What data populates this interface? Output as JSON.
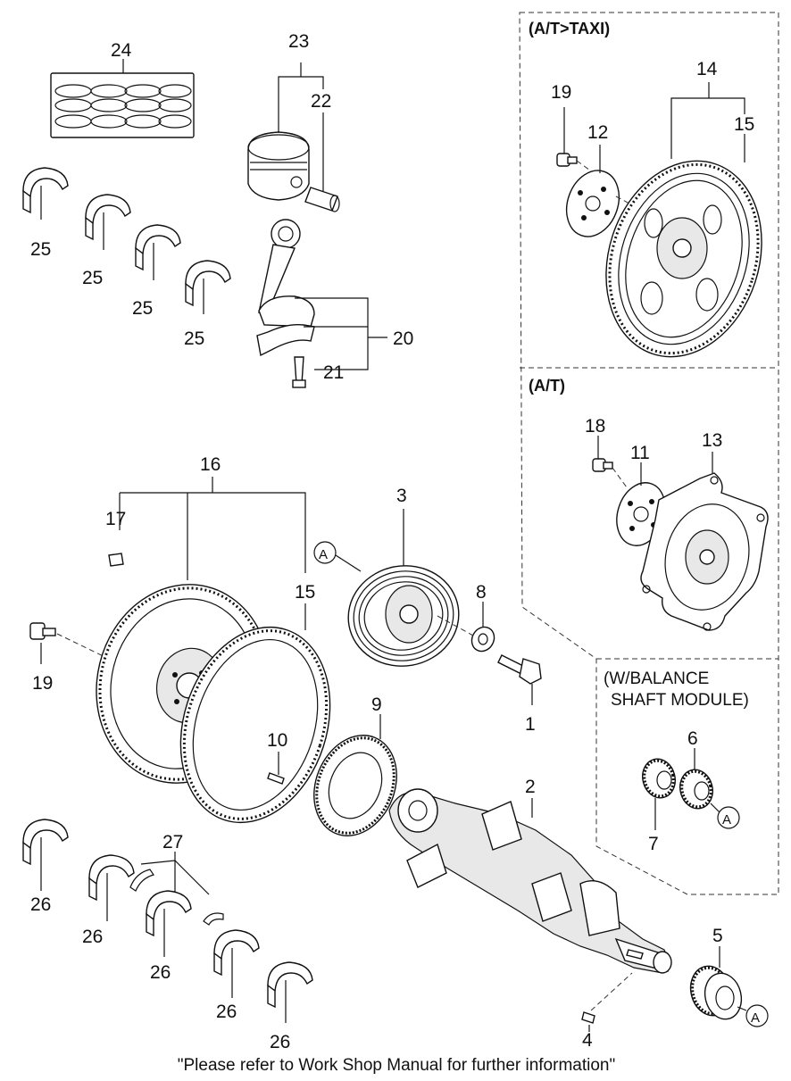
{
  "sections": {
    "at_taxi": "(A/T>TAXI)",
    "at": "(A/T)",
    "balance_line1": "(W/BALANCE",
    "balance_line2": "SHAFT MODULE)"
  },
  "refs": {
    "a1": "A",
    "a2": "A",
    "a3": "A"
  },
  "labels": {
    "p1": "1",
    "p2": "2",
    "p3": "3",
    "p4": "4",
    "p5": "5",
    "p6": "6",
    "p7": "7",
    "p8": "8",
    "p9": "9",
    "p10": "10",
    "p11": "11",
    "p12": "12",
    "p13": "13",
    "p14": "14",
    "p15a": "15",
    "p15b": "15",
    "p16": "16",
    "p17": "17",
    "p18": "18",
    "p19a": "19",
    "p19b": "19",
    "p20": "20",
    "p21": "21",
    "p22": "22",
    "p23": "23",
    "p24": "24",
    "p25a": "25",
    "p25b": "25",
    "p25c": "25",
    "p25d": "25",
    "p26a": "26",
    "p26b": "26",
    "p26c": "26",
    "p26d": "26",
    "p26e": "26",
    "p27": "27"
  },
  "footer": "\"Please refer to Work Shop Manual for further information\""
}
